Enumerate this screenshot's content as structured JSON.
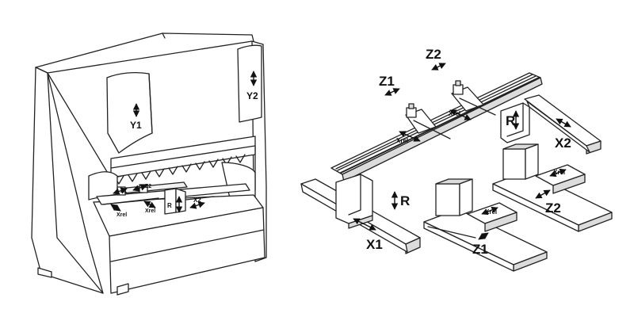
{
  "left_machine": {
    "labels": {
      "y1": "Y1",
      "y2": "Y2",
      "z1": "Z1",
      "z2": "Z2",
      "xrel_1": "Xrel",
      "xrel_2": "Xrel",
      "r": "R",
      "x2": "X2"
    }
  },
  "right_diagram": {
    "labels": {
      "z1_top": "Z1",
      "z2_top": "Z2",
      "xrel_beam_1": "Xrel",
      "xrel_beam_2": "Xrel",
      "r_right": "R",
      "x2": "X2",
      "r_left": "R",
      "x1": "X1",
      "xrel_z1": "Xrel",
      "z1_bottom": "Z1",
      "xrel_z2": "Xrel",
      "z2_bottom": "Z2"
    }
  },
  "colors": {
    "line": "#222222",
    "light_fill": "#f1f1f1",
    "mid_fill": "#dcdcdc",
    "dark_fill": "#b9b9b9"
  }
}
